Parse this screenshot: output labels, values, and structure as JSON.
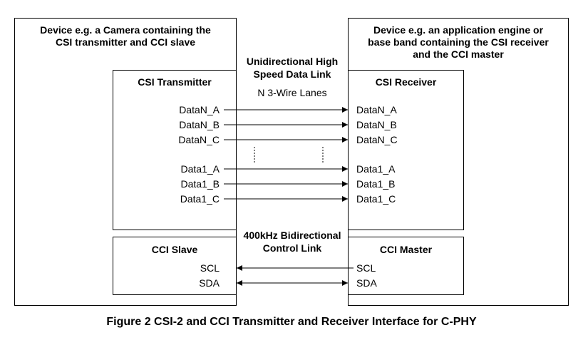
{
  "left_device": {
    "title_lines": [
      "Device e.g. a Camera containing the",
      "CSI transmitter and CCI slave"
    ]
  },
  "right_device": {
    "title_lines": [
      "Device e.g. an application engine or",
      "base band containing the CSI receiver",
      "and the CCI master"
    ]
  },
  "csi_transmitter": {
    "title": "CSI Transmitter",
    "signals": [
      "DataN_A",
      "DataN_B",
      "DataN_C",
      "Data1_A",
      "Data1_B",
      "Data1_C"
    ]
  },
  "csi_receiver": {
    "title": "CSI Receiver",
    "signals": [
      "DataN_A",
      "DataN_B",
      "DataN_C",
      "Data1_A",
      "Data1_B",
      "Data1_C"
    ]
  },
  "data_link": {
    "label_lines": [
      "Unidirectional High",
      "Speed Data  Link"
    ],
    "lanes_label": "N 3-Wire Lanes",
    "direction": "transmitter-to-receiver"
  },
  "cci_slave": {
    "title": "CCI Slave",
    "signals": [
      "SCL",
      "SDA"
    ]
  },
  "cci_master": {
    "title": "CCI Master",
    "signals": [
      "SCL",
      "SDA"
    ]
  },
  "control_link": {
    "label_lines": [
      "400kHz Bidirectional",
      "Control Link"
    ],
    "scl_direction": "master-to-slave",
    "sda_direction": "bidirectional"
  },
  "caption": "Figure 2 CSI-2 and CCI Transmitter and Receiver Interface for C-PHY"
}
